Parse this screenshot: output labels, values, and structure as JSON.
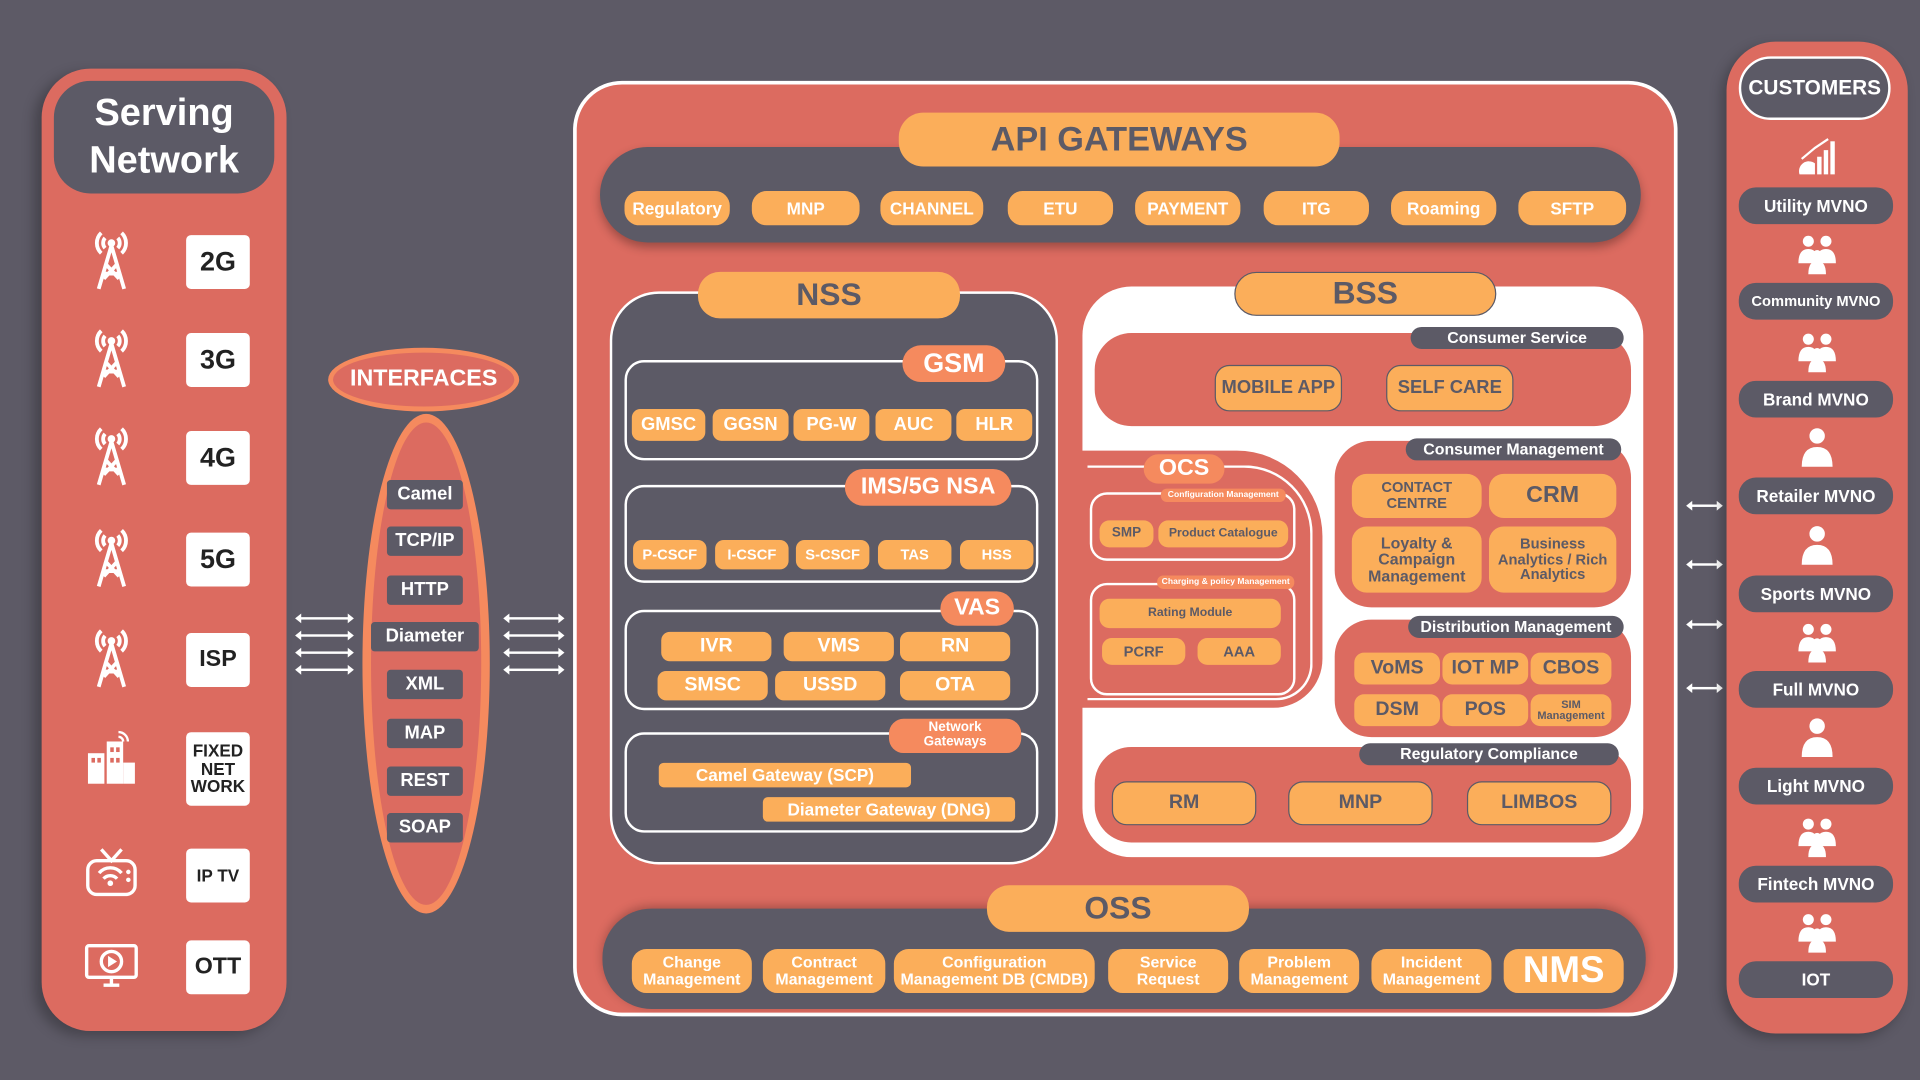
{
  "serving_network": {
    "title": "Serving Network",
    "items": [
      {
        "label": "2G",
        "icon": "cell-tower-icon"
      },
      {
        "label": "3G",
        "icon": "cell-tower-icon"
      },
      {
        "label": "4G",
        "icon": "cell-tower-icon"
      },
      {
        "label": "5G",
        "icon": "cell-tower-icon"
      },
      {
        "label": "ISP",
        "icon": "cell-tower-icon"
      },
      {
        "label": "FIXED NET WORK",
        "icon": "building-icon"
      },
      {
        "label": "IP TV",
        "icon": "tv-icon"
      },
      {
        "label": "OTT",
        "icon": "monitor-play-icon"
      }
    ]
  },
  "interfaces": {
    "title": "INTERFACES",
    "items": [
      "Camel",
      "TCP/IP",
      "HTTP",
      "Diameter",
      "XML",
      "MAP",
      "REST",
      "SOAP"
    ]
  },
  "api_gateways": {
    "title": "API GATEWAYS",
    "items": [
      "Regulatory",
      "MNP",
      "CHANNEL",
      "ETU",
      "PAYMENT",
      "ITG",
      "Roaming",
      "SFTP"
    ]
  },
  "nss": {
    "title": "NSS",
    "gsm": {
      "title": "GSM",
      "items": [
        "GMSC",
        "GGSN",
        "PG-W",
        "AUC",
        "HLR"
      ]
    },
    "ims": {
      "title": "IMS/5G NSA",
      "items": [
        "P-CSCF",
        "I-CSCF",
        "S-CSCF",
        "TAS",
        "HSS"
      ]
    },
    "vas": {
      "title": "VAS",
      "items": [
        "IVR",
        "VMS",
        "RN",
        "SMSC",
        "USSD",
        "OTA"
      ]
    },
    "gateways": {
      "title": "Network Gateways",
      "items": [
        "Camel Gateway (SCP)",
        "Diameter Gateway (DNG)"
      ]
    }
  },
  "bss": {
    "title": "BSS",
    "consumer_service": {
      "title": "Consumer Service",
      "items": [
        "MOBILE APP",
        "SELF CARE"
      ]
    },
    "ocs": {
      "title": "OCS",
      "config_title": "Configuration Management",
      "config_items": [
        "SMP",
        "Product Catalogue"
      ],
      "charging_title": "Charging & policy Management",
      "charging_items": [
        "Rating Module",
        "PCRF",
        "AAA"
      ]
    },
    "consumer_management": {
      "title": "Consumer Management",
      "items": [
        "CONTACT CENTRE",
        "CRM",
        "Loyalty & Campaign Management",
        "Business Analytics / Rich Analytics"
      ]
    },
    "distribution": {
      "title": "Distribution Management",
      "items": [
        "VoMS",
        "IOT MP",
        "CBOS",
        "DSM",
        "POS",
        "SIM Management"
      ]
    },
    "regulatory": {
      "title": "Regulatory Compliance",
      "items": [
        "RM",
        "MNP",
        "LIMBOS"
      ]
    }
  },
  "oss": {
    "title": "OSS",
    "items": [
      "Change Management",
      "Contract Management",
      "Configuration Management DB (CMDB)",
      "Service Request",
      "Problem Management",
      "Incident Management",
      "NMS"
    ]
  },
  "customers": {
    "title": "CUSTOMERS",
    "items": [
      "Utility MVNO",
      "Community MVNO",
      "Brand MVNO",
      "Retailer MVNO",
      "Sports MVNO",
      "Full MVNO",
      "Light MVNO",
      "Fintech MVNO",
      "IOT"
    ]
  },
  "colors": {
    "background": "#5d5a66",
    "coral": "#dc6b60",
    "orange": "#fbae5a",
    "salmon": "#f58a5e",
    "dark": "#5c5a66"
  }
}
